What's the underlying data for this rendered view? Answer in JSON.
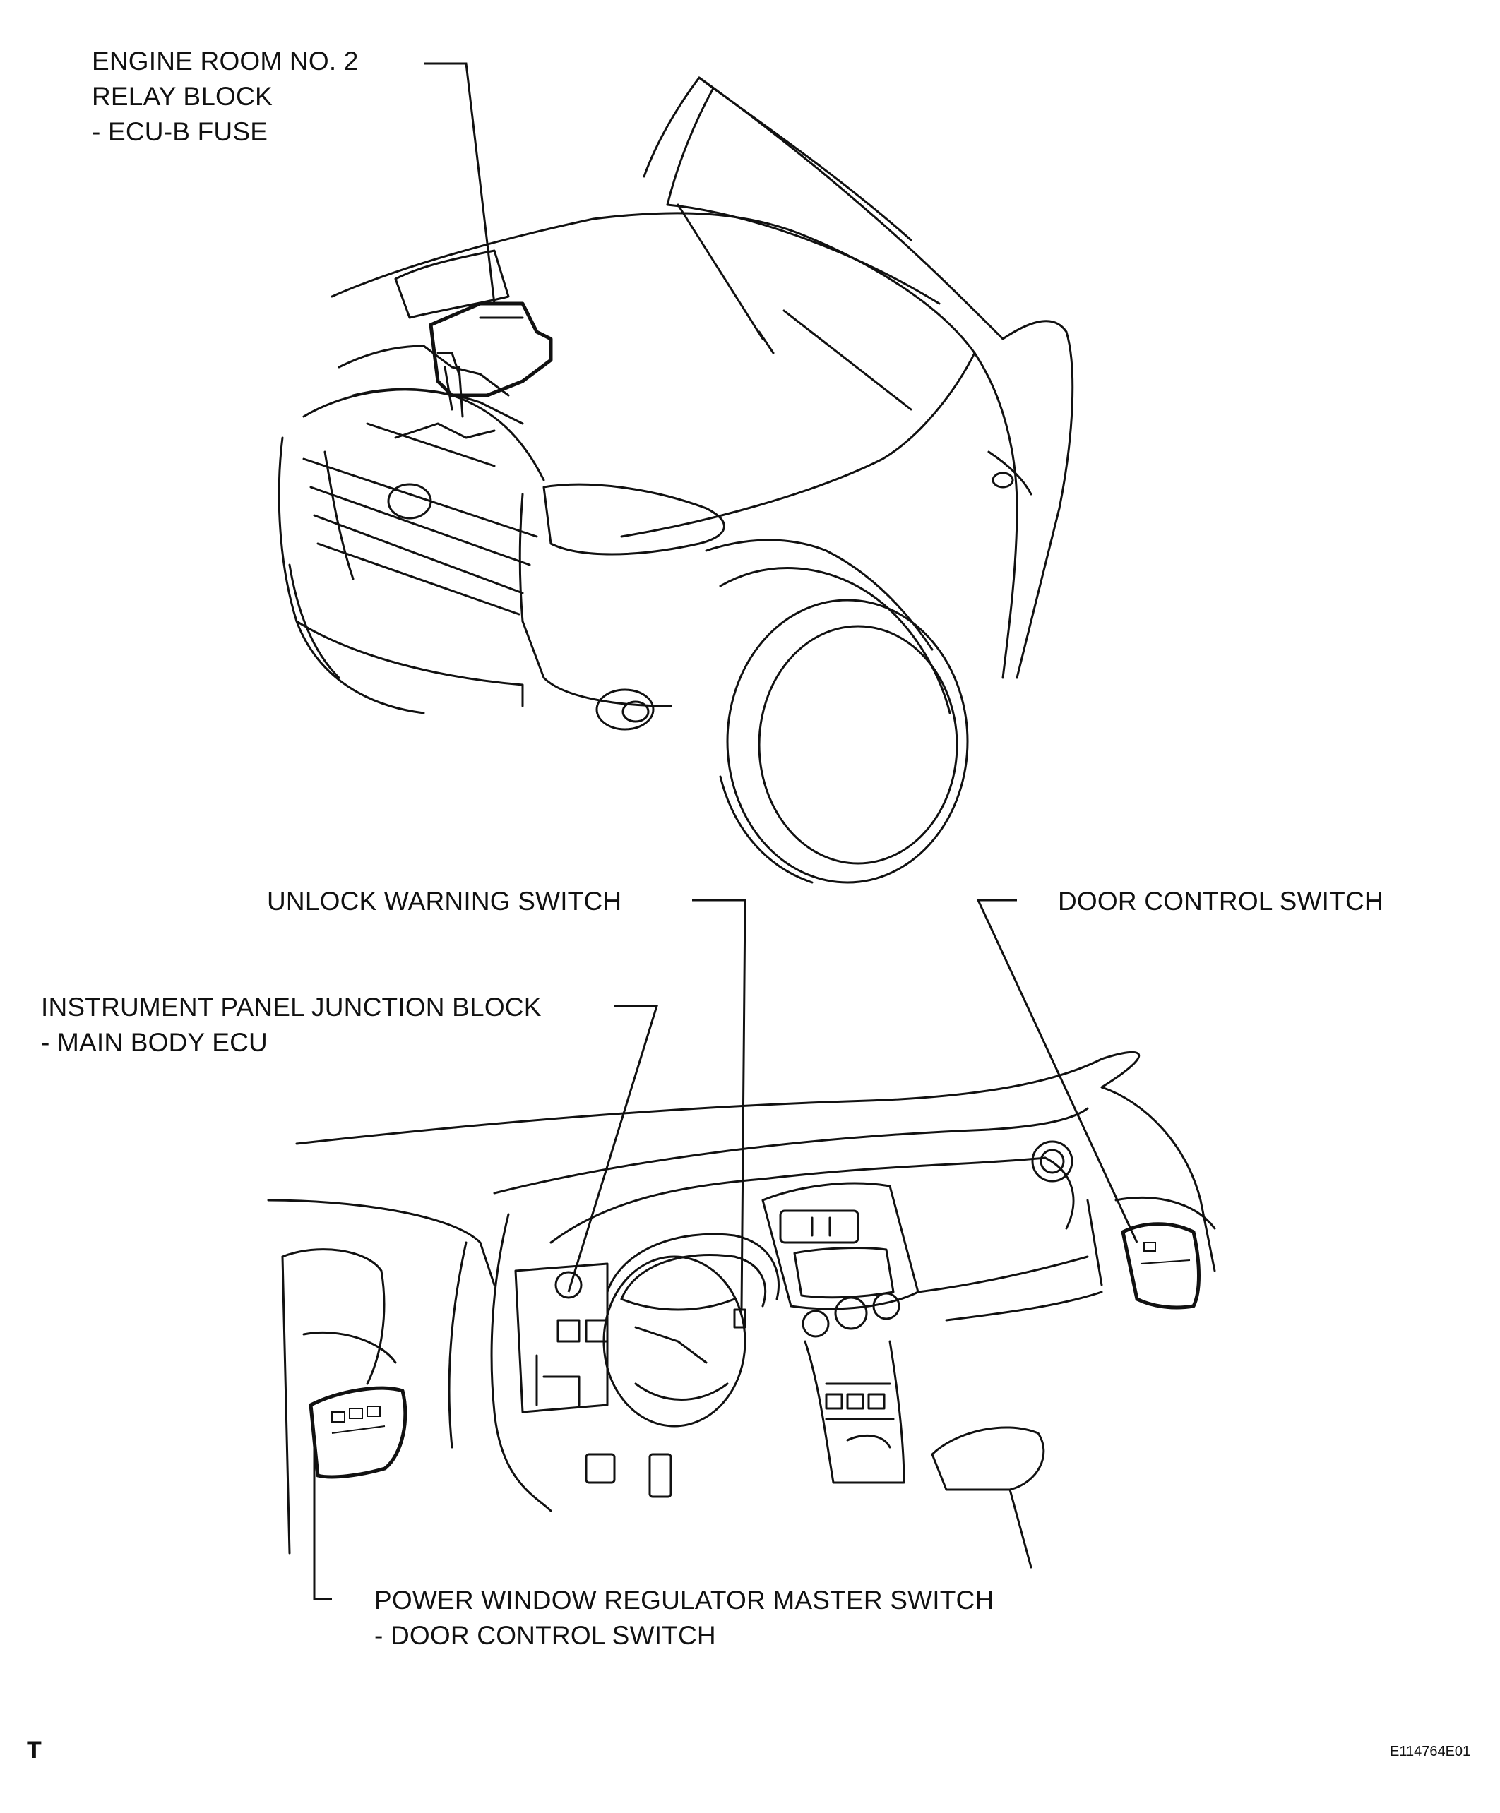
{
  "labels": {
    "engine_room_relay_block": [
      "ENGINE ROOM NO. 2",
      "RELAY BLOCK",
      "- ECU-B FUSE"
    ],
    "unlock_warning_switch": [
      "UNLOCK WARNING SWITCH"
    ],
    "door_control_switch": [
      "DOOR CONTROL SWITCH"
    ],
    "instrument_panel_junction_block": [
      "INSTRUMENT PANEL JUNCTION BLOCK",
      "- MAIN BODY ECU"
    ],
    "power_window_master_switch": [
      "POWER WINDOW REGULATOR MASTER SWITCH",
      "- DOOR CONTROL SWITCH"
    ]
  },
  "corner_mark": "T",
  "figure_code": "E114764E01",
  "colors": {
    "ink": "#111111",
    "background": "#ffffff"
  }
}
